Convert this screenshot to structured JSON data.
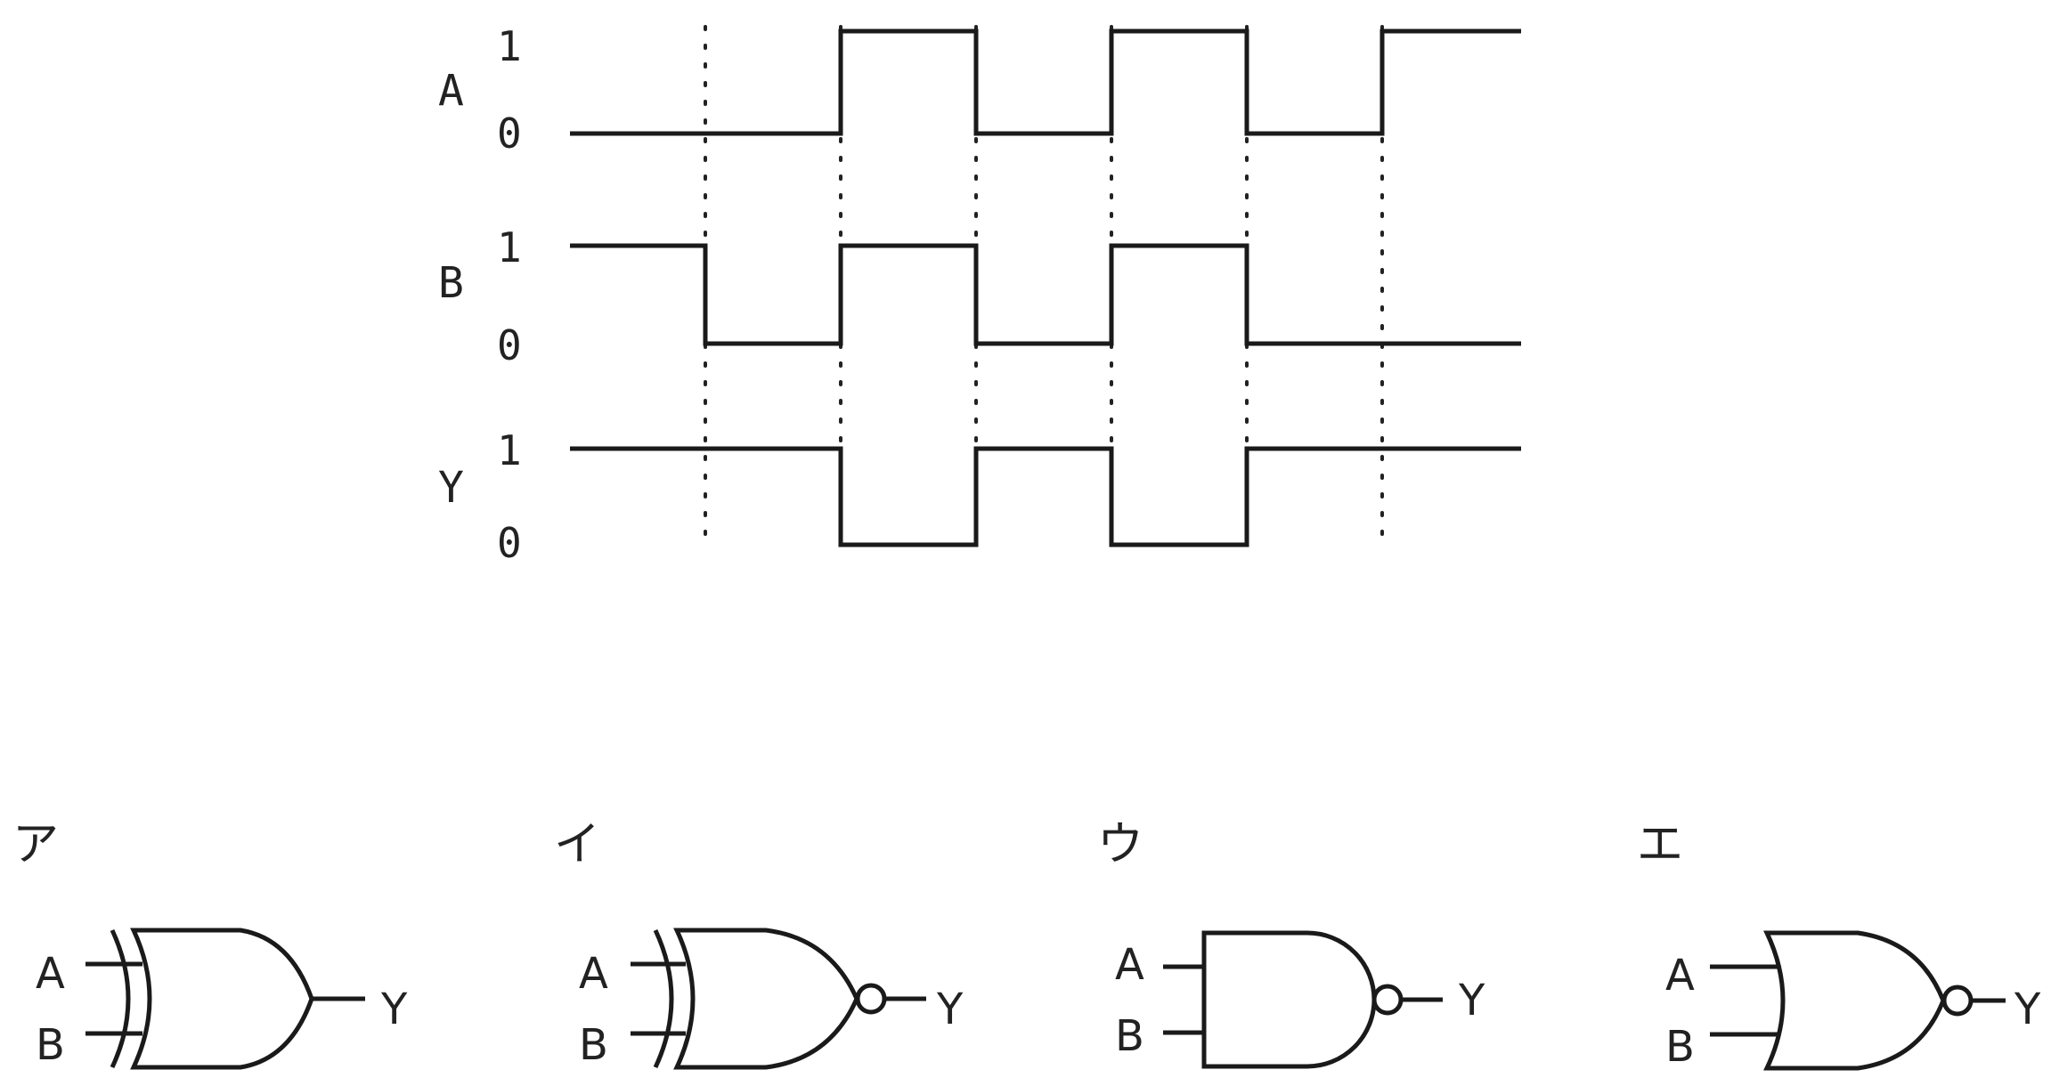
{
  "timing": {
    "transitions": 6,
    "signals": [
      {
        "name": "A",
        "high": "1",
        "low": "0",
        "levels": [
          0,
          0,
          1,
          0,
          1,
          0,
          1
        ]
      },
      {
        "name": "B",
        "high": "1",
        "low": "0",
        "levels": [
          1,
          0,
          1,
          0,
          1,
          0,
          0
        ]
      },
      {
        "name": "Y",
        "high": "1",
        "low": "0",
        "levels": [
          1,
          1,
          0,
          1,
          0,
          1,
          1
        ]
      }
    ]
  },
  "gates": [
    {
      "label": "ア",
      "type": "xor",
      "in_a": "A",
      "in_b": "B",
      "out": "Y"
    },
    {
      "label": "イ",
      "type": "xnor",
      "in_a": "A",
      "in_b": "B",
      "out": "Y"
    },
    {
      "label": "ウ",
      "type": "nand",
      "in_a": "A",
      "in_b": "B",
      "out": "Y"
    },
    {
      "label": "エ",
      "type": "nor",
      "in_a": "A",
      "in_b": "B",
      "out": "Y"
    }
  ]
}
